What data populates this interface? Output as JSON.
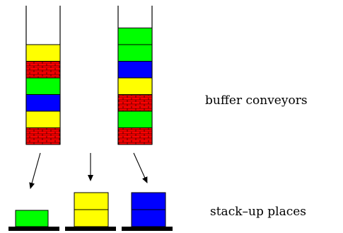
{
  "labels": {
    "buffer": "buffer conveyors",
    "stackup": "stack–up places"
  },
  "colors": {
    "yellow": "#ffff00",
    "red": "#ff0000",
    "green": "#00ff00",
    "blue": "#0000ff",
    "outline": "#000000"
  },
  "buffer_conveyors": [
    {
      "name": "conveyor-1",
      "boxes_top_to_bottom": [
        "yellow",
        "red",
        "green",
        "blue",
        "yellow",
        "red"
      ]
    },
    {
      "name": "conveyor-2",
      "boxes_top_to_bottom": [
        "green",
        "green",
        "blue",
        "yellow",
        "red",
        "green",
        "red"
      ]
    }
  ],
  "stackup_places": [
    {
      "name": "place-1",
      "boxes_bottom_to_top": [
        "green"
      ]
    },
    {
      "name": "place-2",
      "boxes_bottom_to_top": [
        "yellow",
        "yellow"
      ]
    },
    {
      "name": "place-3",
      "boxes_bottom_to_top": [
        "blue",
        "blue"
      ]
    }
  ]
}
